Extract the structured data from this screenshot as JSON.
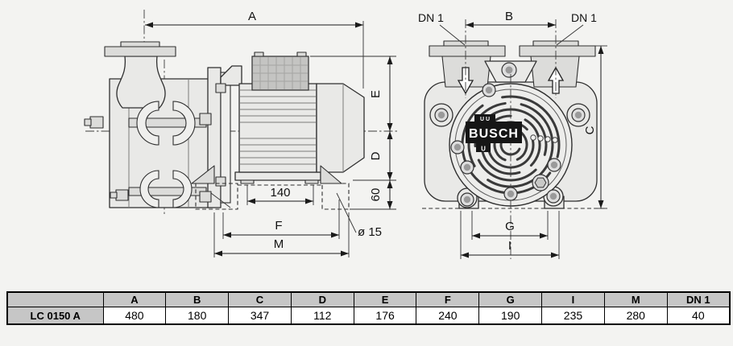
{
  "drawing": {
    "side_view": {
      "dim_a": "A",
      "dim_e": "E",
      "dim_d": "D",
      "dim_sixty": "60",
      "dim_one_forty": "140",
      "dim_f": "F",
      "dim_m": "M",
      "hole_callout": "ø 15"
    },
    "front_view": {
      "dn_left": "DN 1",
      "dn_right": "DN 1",
      "dim_b": "B",
      "dim_c": "C",
      "dim_g": "G",
      "dim_i": "I",
      "brand": "BUSCH",
      "brand_mark_top": "U U",
      "brand_mark_bottom": "U"
    }
  },
  "table": {
    "row_header": "LC 0150 A",
    "columns": [
      "A",
      "B",
      "C",
      "D",
      "E",
      "F",
      "G",
      "I",
      "M",
      "DN 1"
    ],
    "values": [
      "480",
      "180",
      "347",
      "112",
      "176",
      "240",
      "190",
      "235",
      "280",
      "40"
    ]
  }
}
